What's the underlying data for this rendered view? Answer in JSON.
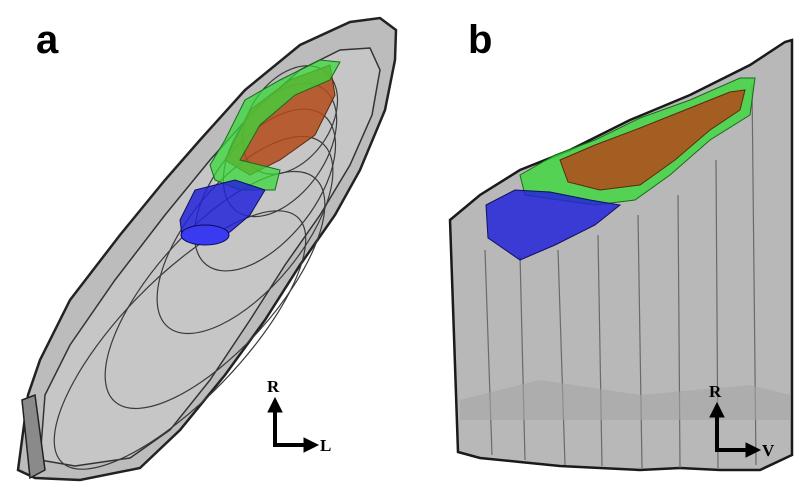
{
  "panels": [
    {
      "id": "a",
      "letter": "a",
      "axes": {
        "vertical": "R",
        "horizontal": "L"
      }
    },
    {
      "id": "b",
      "letter": "b",
      "axes": {
        "vertical": "R",
        "horizontal": "V"
      }
    }
  ],
  "colors": {
    "background": "#ffffff",
    "surface_gray": "#a8a8a8",
    "surface_light": "#c4c4c4",
    "outline": "#2a2a2a",
    "region_red": "#c0501e",
    "region_green": "#33d633",
    "region_blue": "#2a2ae0"
  }
}
